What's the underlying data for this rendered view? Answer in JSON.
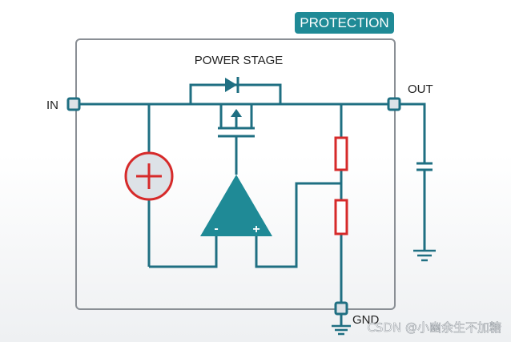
{
  "diagram": {
    "protection_badge": "PROTECTION",
    "power_stage_label": "POWER STAGE",
    "in_label": "IN",
    "out_label": "OUT",
    "gnd_label": "GND",
    "opamp_minus": "-",
    "opamp_plus": "+",
    "watermark": "CSDN @小幽余生不加糖"
  },
  "colors": {
    "wire": "#1f6f82",
    "badge_bg": "#1f8a96",
    "opamp_fill": "#1f8a96",
    "resistor": "#d62a2a",
    "reference_source": "#d62a2a",
    "box_border": "#8a8f95"
  }
}
